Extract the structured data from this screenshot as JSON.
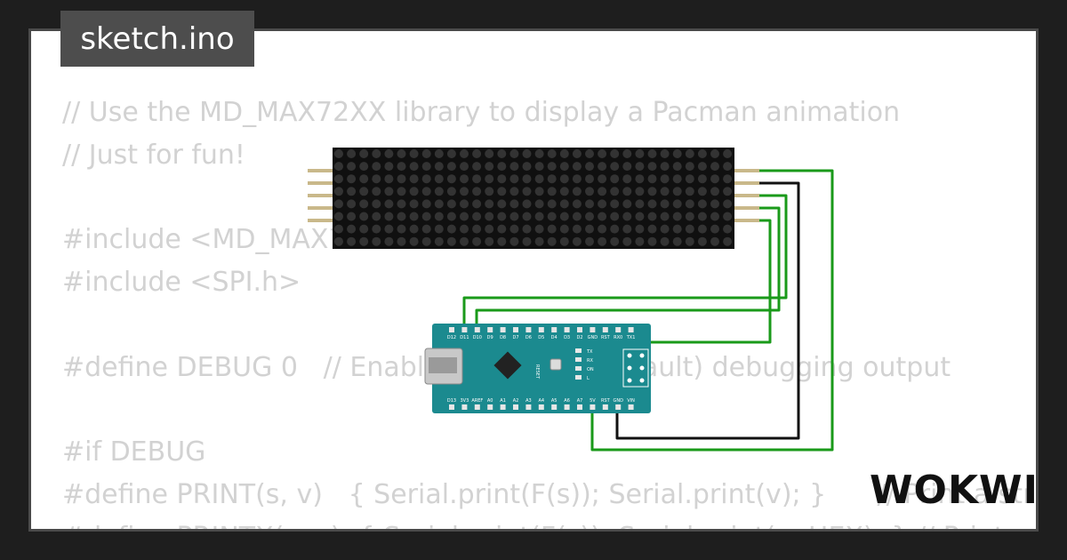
{
  "tab": {
    "filename": "sketch.ino"
  },
  "code_lines": [
    "// Use the MD_MAX72XX library to display a Pacman animation",
    "// Just for fun!",
    "",
    "#include <MD_MAX72XX.h>",
    "#include <SPI.h>",
    "",
    "#define DEBUG 0   // Enable or disable (default) debugging output",
    "",
    "#if DEBUG",
    "#define PRINT(s, v)   { Serial.print(F(s)); Serial.print(v); }      // Print a string followed by a value (decimal)",
    "#define PRINTX(s, v)  { Serial.print(F(s)); Serial.print(v, HEX); } // Print a string followed by a value (hex)"
  ],
  "brand": {
    "logo_text": "WOKWI"
  },
  "nano": {
    "top_pins": [
      "D12",
      "D11",
      "D10",
      "D9",
      "D8",
      "D7",
      "D6",
      "D5",
      "D4",
      "D3",
      "D2",
      "GND",
      "RST",
      "RX0",
      "TX1"
    ],
    "bottom_pins": [
      "D13",
      "3V3",
      "AREF",
      "A0",
      "A1",
      "A2",
      "A3",
      "A4",
      "A5",
      "A6",
      "A7",
      "5V",
      "RST",
      "GND",
      "VIN"
    ],
    "reset_label": "RESET",
    "led_labels": [
      "TX",
      "RX",
      "ON",
      "L"
    ]
  },
  "colors": {
    "wire_green": "#1a9a1a",
    "wire_black": "#111111",
    "board_teal": "#1b8a8f",
    "matrix_dark": "#101010",
    "matrix_led": "#333333"
  }
}
